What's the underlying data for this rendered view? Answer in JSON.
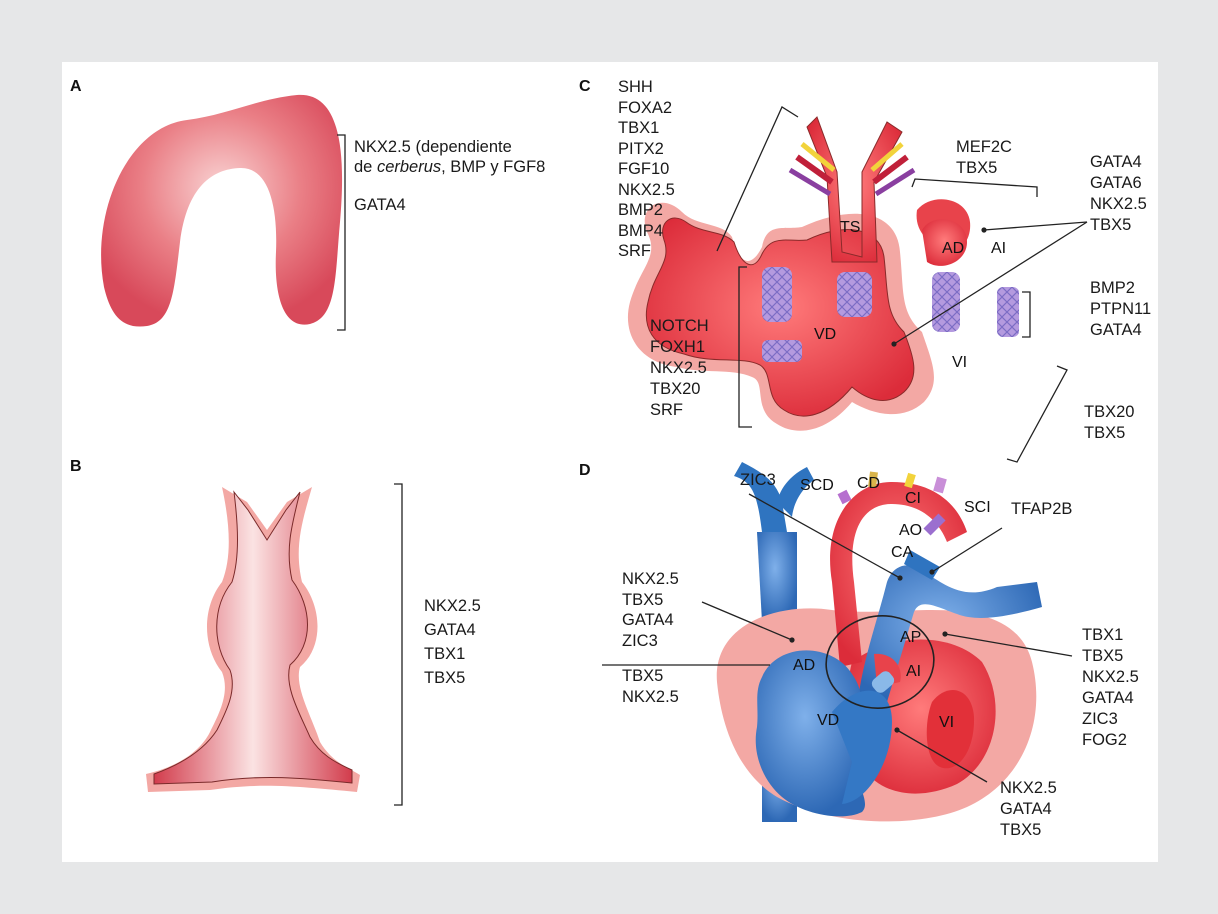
{
  "panels": {
    "a": {
      "letter": "A"
    },
    "b": {
      "letter": "B"
    },
    "c": {
      "letter": "C"
    },
    "d": {
      "letter": "D"
    }
  },
  "panel_a": {
    "line1": "NKX2.5 (dependiente",
    "line2_pre": "de ",
    "line2_italic": "cerberus",
    "line2_post": ", BMP y FGF8",
    "line3": "GATA4"
  },
  "panel_b": {
    "genes": [
      "NKX2.5",
      "GATA4",
      "TBX1",
      "TBX5"
    ]
  },
  "panel_c": {
    "outflow_genes": [
      "SHH",
      "FOXA2",
      "TBX1",
      "PITX2",
      "FGF10",
      "NKX2.5",
      "BMP2",
      "BMP4",
      "SRF"
    ],
    "atria_top_genes": [
      "MEF2C",
      "TBX5"
    ],
    "right_genes": [
      "GATA4",
      "GATA6",
      "NKX2.5",
      "TBX5"
    ],
    "cushion_genes": [
      "BMP2",
      "PTPN11",
      "GATA4"
    ],
    "rv_genes": [
      "NOTCH",
      "FOXH1",
      "NKX2.5",
      "TBX20",
      "SRF"
    ],
    "lv_genes": [
      "TBX20",
      "TBX5"
    ],
    "regions": {
      "ts": "TS",
      "ad": "AD",
      "ai": "AI",
      "vd": "VD",
      "vi": "VI"
    }
  },
  "panel_d": {
    "zic3": "ZIC3",
    "tfap2b": "TFAP2B",
    "left_genes": [
      "NKX2.5",
      "TBX5",
      "GATA4",
      "ZIC3"
    ],
    "left2_genes": [
      "TBX5",
      "NKX2.5"
    ],
    "right_genes": [
      "TBX1",
      "TBX5",
      "NKX2.5",
      "GATA4",
      "ZIC3",
      "FOG2"
    ],
    "bottom_genes": [
      "NKX2.5",
      "GATA4",
      "TBX5"
    ],
    "regions": {
      "scd": "SCD",
      "cd": "CD",
      "ci": "CI",
      "sci": "SCI",
      "ao": "AO",
      "ca": "CA",
      "ap": "AP",
      "ad": "AD",
      "ai": "AI",
      "vd": "VD",
      "vi": "VI"
    }
  },
  "colors": {
    "myocardium": "#e8434b",
    "mesoderm": "#f3a8a4",
    "vein": "#2f74c0",
    "cushion": "#9b8fd8",
    "yellow": "#f2d33b"
  }
}
